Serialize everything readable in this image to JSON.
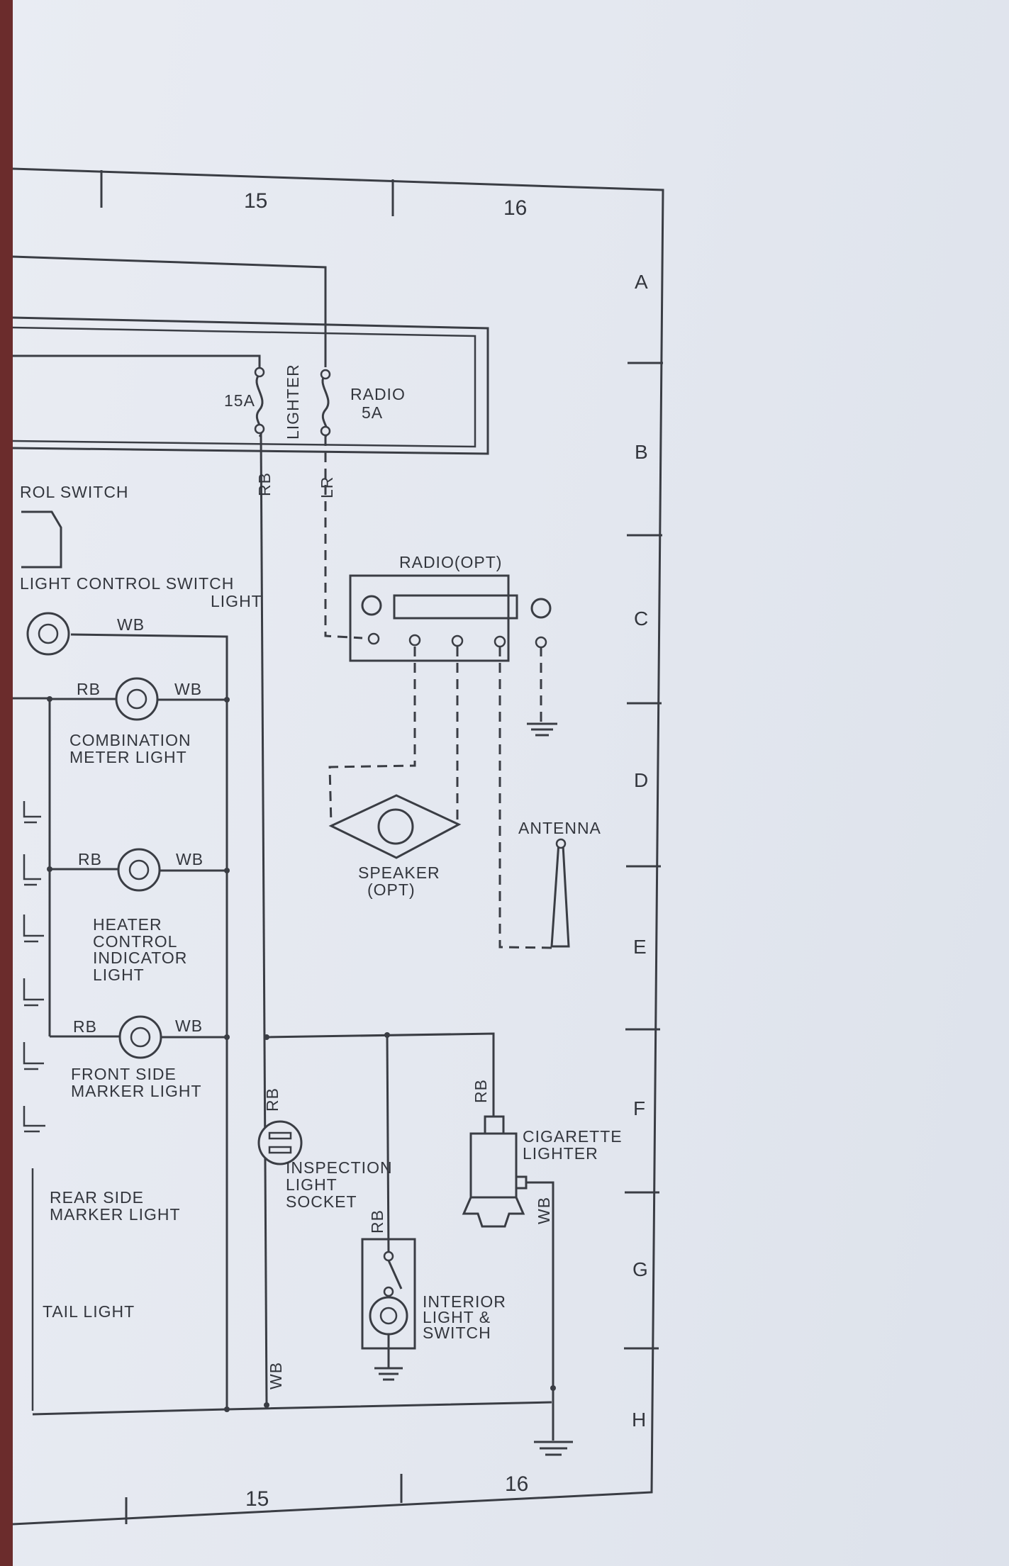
{
  "columns": {
    "top": [
      "15",
      "16"
    ],
    "bottom": [
      "15",
      "16"
    ]
  },
  "rows": [
    "A",
    "B",
    "C",
    "D",
    "E",
    "F",
    "G",
    "H"
  ],
  "fuses": {
    "lighter_amp": "15A",
    "lighter_name": "LIGHTER",
    "radio_name": "RADIO",
    "radio_amp": "5A"
  },
  "wire_codes": {
    "rb": "RB",
    "lr": "LR",
    "wb": "WB"
  },
  "labels": {
    "control_switch": "ROL SWITCH",
    "light_control_switch_light": [
      "LIGHT CONTROL SWITCH",
      "LIGHT"
    ],
    "combination_meter_light": [
      "COMBINATION",
      "METER LIGHT"
    ],
    "heater_control_indicator_light": [
      "HEATER",
      "CONTROL",
      "INDICATOR",
      "LIGHT"
    ],
    "front_side_marker_light": [
      "FRONT SIDE",
      "MARKER LIGHT"
    ],
    "rear_side_marker_light": [
      "REAR SIDE",
      "MARKER LIGHT"
    ],
    "tail_light": "TAIL LIGHT",
    "radio": "RADIO(OPT)",
    "speaker": [
      "SPEAKER",
      "(OPT)"
    ],
    "antenna": "ANTENNA",
    "cigarette_lighter": [
      "CIGARETTE",
      "LIGHTER"
    ],
    "inspection_light_socket": [
      "INSPECTION",
      "LIGHT",
      "SOCKET"
    ],
    "interior_light_switch": [
      "INTERIOR",
      "LIGHT &",
      "SWITCH"
    ]
  }
}
